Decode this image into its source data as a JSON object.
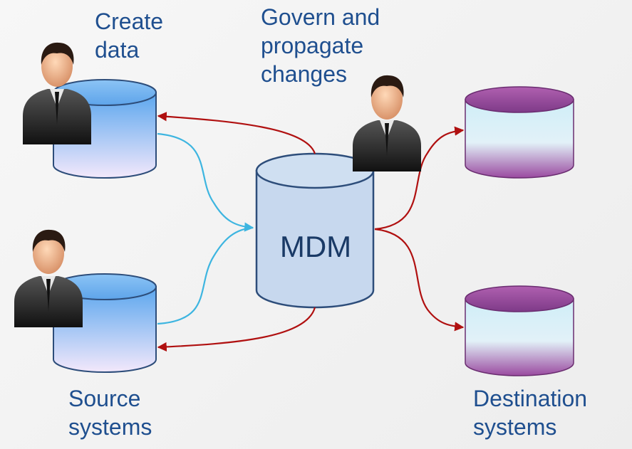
{
  "labels": {
    "create": "Create data",
    "govern": "Govern and propagate changes",
    "source": "Source systems",
    "destination": "Destination systems",
    "mdm": "MDM"
  },
  "colors": {
    "label_text": "#1f4f8f",
    "flow_in": "#3db5e0",
    "flow_out": "#b01010",
    "source_db_top": "#5aa6ee",
    "source_db_bottom": "#f3e8fb",
    "dest_db_top": "#b060b0",
    "dest_db_mid": "#ddf1f8",
    "mdm_db": "#c7d8ee",
    "mdm_stroke": "#2d4d7a"
  },
  "icons": [
    "person-icon"
  ]
}
